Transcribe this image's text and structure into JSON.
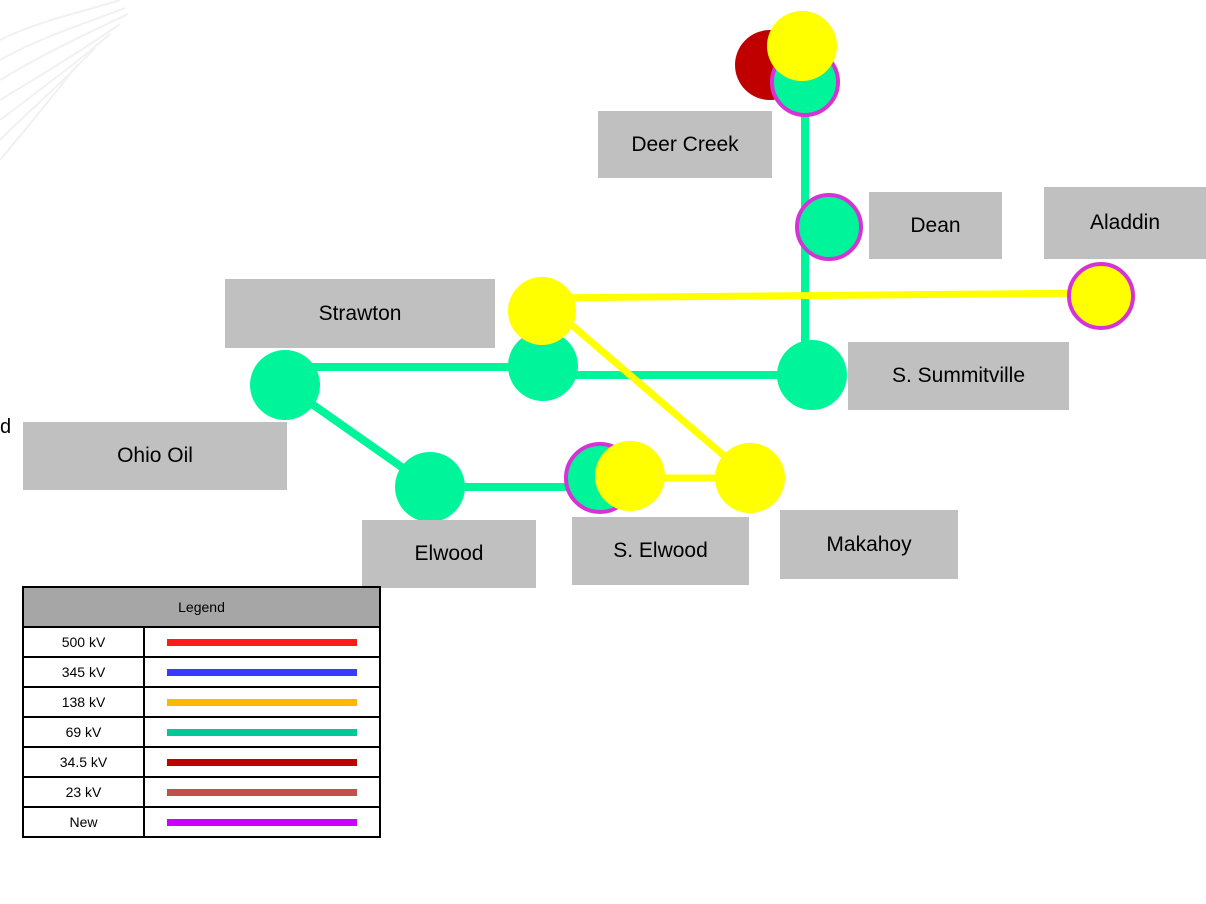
{
  "stray_text": "d",
  "stations": {
    "deer_creek": "Deer Creek",
    "dean": "Dean",
    "aladdin": "Aladdin",
    "strawton": "Strawton",
    "s_summitville": "S. Summitville",
    "ohio_oil": "Ohio Oil",
    "elwood": "Elwood",
    "s_elwood": "S. Elwood",
    "makahoy": "Makahoy"
  },
  "colors": {
    "v69": "#00f59a",
    "v138_new_line": "#ffff00",
    "node_yellow": "#ffff00",
    "node_darkred": "#c00000",
    "ring_magenta": "#d633d6",
    "label_bg": "#c0c0c0"
  },
  "legend": {
    "title": "Legend",
    "rows": [
      {
        "label": "500 kV",
        "color": "#ff1a1a"
      },
      {
        "label": "345 kV",
        "color": "#3a3aff"
      },
      {
        "label": "138 kV",
        "color": "#ffb800"
      },
      {
        "label": "69 kV",
        "color": "#00c896"
      },
      {
        "label": "34.5 kV",
        "color": "#c00000"
      },
      {
        "label": "23 kV",
        "color": "#c0504d"
      },
      {
        "label": "New",
        "color": "#cc00ff"
      }
    ]
  }
}
